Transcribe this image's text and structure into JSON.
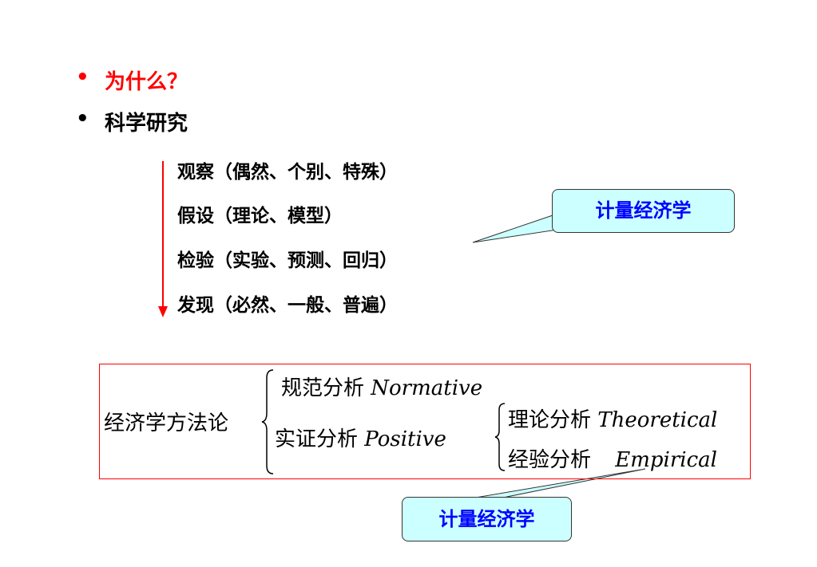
{
  "bullets": [
    {
      "dot": "•",
      "text": "为什么？"
    },
    {
      "dot": "•",
      "text": "科学研究"
    }
  ],
  "steps": [
    "观察（偶然、个别、特殊）",
    "假设（理论、模型）",
    "检验（实验、预测、回归）",
    "发现（必然、一般、普遍）"
  ],
  "callout_top": {
    "label": "计量经济学"
  },
  "callout_bottom": {
    "label": "计量经济学"
  },
  "methodology": {
    "root": "经济学方法论",
    "normative_cn": "规范分析",
    "normative_en": "Normative",
    "positive_cn": "实证分析",
    "positive_en": "Positive",
    "theoretical_cn": "理论分析",
    "theoretical_en": "Theoretical",
    "empirical_cn": "经验分析",
    "empirical_en": "Empirical"
  },
  "colors": {
    "accent_red": "#ff0000",
    "callout_fill": "#ccffff",
    "callout_text": "#0000ff"
  }
}
